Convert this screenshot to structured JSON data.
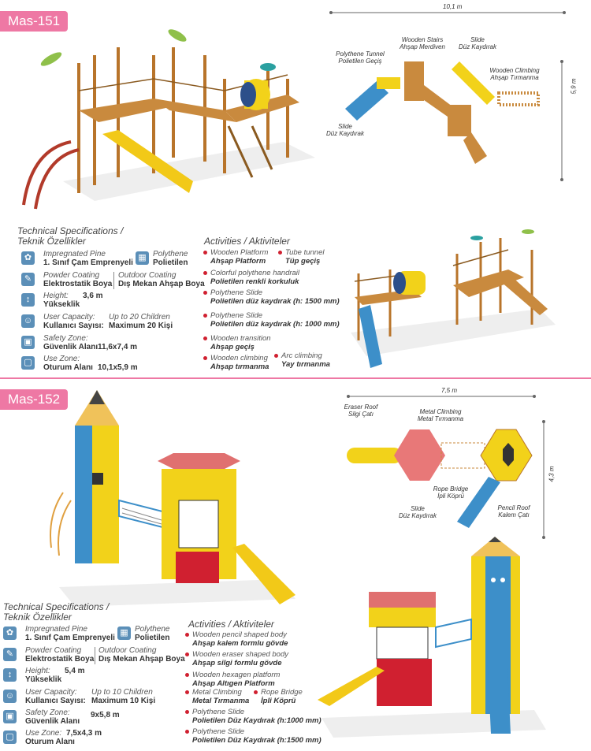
{
  "products": [
    {
      "code": "Mas-151",
      "plan": {
        "width": "10,1 m",
        "height": "5,9 m",
        "labels": [
          {
            "en": "Polythene Tunnel",
            "tr": "Polietilen Geçiş"
          },
          {
            "en": "Wooden Stairs",
            "tr": "Ahşap Merdiven"
          },
          {
            "en": "Slide",
            "tr": "Düz Kaydırak"
          },
          {
            "en": "Wooden Climbing",
            "tr": "Ahşap Tırmanma"
          },
          {
            "en": "Slide",
            "tr": "Düz Kaydırak"
          }
        ]
      },
      "spec_title_en": "Technical Specifications /",
      "spec_title_tr": "Teknik Özellikler",
      "material_en": "Impregnated Pine",
      "material_tr": "1. Sınıf Çam Emprenyeli",
      "poly_en": "Polythene",
      "poly_tr": "Polietilen",
      "powder_en": "Powder Coating",
      "powder_tr": "Elektrostatik Boya",
      "outdoor_en": "Outdoor Coating",
      "outdoor_tr": "Dış Mekan Ahşap Boya",
      "height_en": "Height:",
      "height_tr": "Yükseklik",
      "height_val": "3,6 m",
      "capacity_en": "User Capacity:",
      "capacity_tr": "Kullanıcı Sayısı:",
      "capacity_val_en": "Up to 20 Children",
      "capacity_val_tr": "Maximum 20 Kişi",
      "safety_en": "Safety Zone:",
      "safety_tr": "Güvenlik Alanı",
      "safety_val": "11,6x7,4 m",
      "use_en": "Use Zone:",
      "use_tr": "Oturum Alanı",
      "use_val": "10,1x5,9 m",
      "activities_en": "Activities /",
      "activities_tr": "Aktiviteler",
      "activities": [
        {
          "en": "Wooden Platform",
          "tr": "Ahşap Platform"
        },
        {
          "en": "Tube tunnel",
          "tr": "Tüp geçiş"
        },
        {
          "en": "Colorful polythene handrail",
          "tr": "Polietilen renkli korkuluk"
        },
        {
          "en": "Polythene Slide",
          "tr": "Polietilen düz kaydırak (h: 1500 mm)"
        },
        {
          "en": "Polythene Slide",
          "tr": "Polietilen düz kaydırak (h: 1000 mm)"
        },
        {
          "en": "Wooden transition",
          "tr": "Ahşap geçiş"
        },
        {
          "en": "Wooden climbing",
          "tr": "Ahşap tırmanma"
        },
        {
          "en": "Arc climbing",
          "tr": "Yay tırmanma"
        }
      ]
    },
    {
      "code": "Mas-152",
      "plan": {
        "width": "7,5 m",
        "height": "4,3 m",
        "labels": [
          {
            "en": "Eraser Roof",
            "tr": "Silgi Çatı"
          },
          {
            "en": "Metal Climbing",
            "tr": "Metal Tırmanma"
          },
          {
            "en": "Rope Bridge",
            "tr": "İpli Köprü"
          },
          {
            "en": "Slide",
            "tr": "Düz Kaydırak"
          },
          {
            "en": "Pencil Roof",
            "tr": "Kalem Çatı"
          }
        ]
      },
      "spec_title_en": "Technical Specifications /",
      "spec_title_tr": "Teknik Özellikler",
      "material_en": "Impregnated Pine",
      "material_tr": "1. Sınıf Çam Emprenyeli",
      "poly_en": "Polythene",
      "poly_tr": "Polietilen",
      "powder_en": "Powder Coating",
      "powder_tr": "Elektrostatik Boya",
      "outdoor_en": "Outdoor Coating",
      "outdoor_tr": "Dış Mekan Ahşap Boya",
      "height_en": "Height:",
      "height_tr": "Yükseklik",
      "height_val": "5,4 m",
      "capacity_en": "User Capacity:",
      "capacity_tr": "Kullanıcı Sayısı:",
      "capacity_val_en": "Up to 10 Children",
      "capacity_val_tr": "Maximum 10 Kişi",
      "safety_en": "Safety Zone:",
      "safety_tr": "Güvenlik Alanı",
      "safety_val": "9x5,8 m",
      "use_en": "Use Zone:",
      "use_tr": "Oturum Alanı",
      "use_val": "7,5x4,3 m",
      "activities_en": "Activities /",
      "activities_tr": "Aktiviteler",
      "activities": [
        {
          "en": "Wooden pencil shaped body",
          "tr": "Ahşap kalem formlu gövde"
        },
        {
          "en": "Wooden eraser shaped body",
          "tr": "Ahşap silgi formlu gövde"
        },
        {
          "en": "Wooden hexagen platform",
          "tr": "Ahşap Altıgen Platform"
        },
        {
          "en": "Metal Climbing",
          "tr": "Metal Tırmanma"
        },
        {
          "en": "Rope Bridge",
          "tr": "İpli Köprü"
        },
        {
          "en": "Polythene Slide",
          "tr": "Polietilen Düz Kaydırak (h:1000 mm)"
        },
        {
          "en": "Polythene Slide",
          "tr": "Polietilen Düz Kaydırak (h:1500 mm)"
        }
      ]
    }
  ],
  "colors": {
    "accent": "#ee78a4",
    "bullet": "#d02030",
    "icon": "#5b8fb8"
  }
}
